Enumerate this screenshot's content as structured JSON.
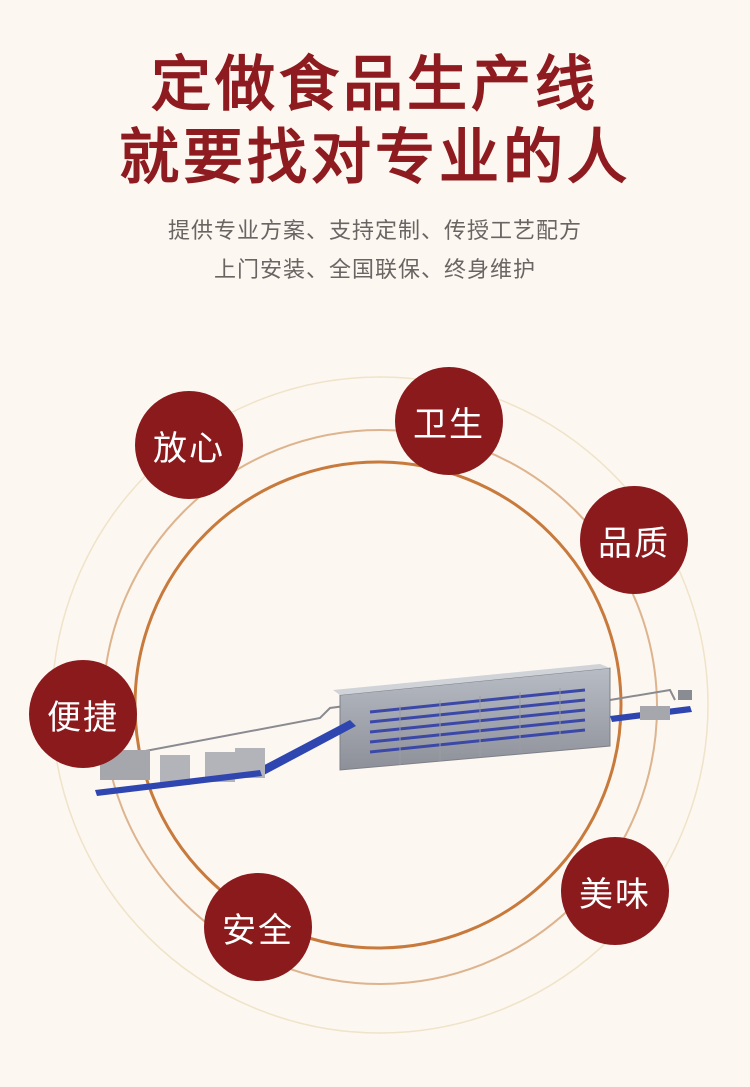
{
  "headline": {
    "line1": "定做食品生产线",
    "line2": "就要找对专业的人"
  },
  "subtitle": {
    "line1": "提供专业方案、支持定制、传授工艺配方",
    "line2": "上门安装、全国联保、终身维护"
  },
  "badges": [
    "放心",
    "卫生",
    "品质",
    "便捷",
    "安全",
    "美味"
  ],
  "colors": {
    "accent": "#8b1a1d",
    "background": "#fcf7f1",
    "ring": "#c77a3c"
  }
}
